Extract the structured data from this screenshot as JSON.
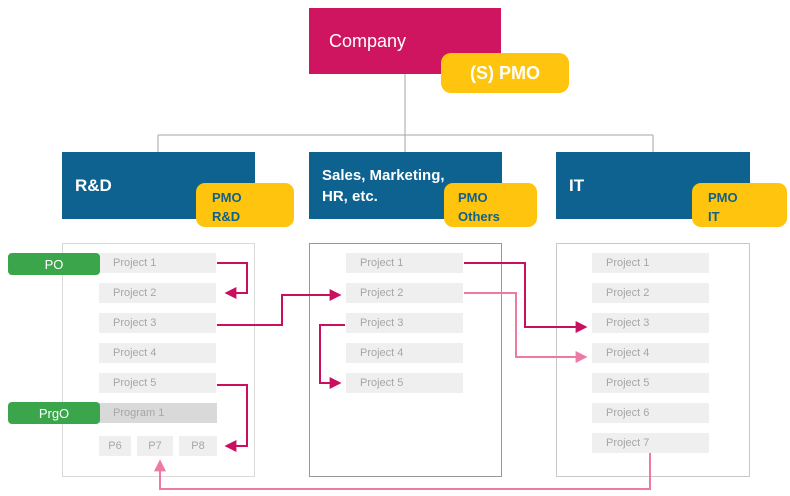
{
  "company": {
    "label": "Company"
  },
  "spmo": {
    "label": "(S) PMO"
  },
  "roles": {
    "po": "PO",
    "prgo": "PrgO"
  },
  "departments": [
    {
      "label": "R&D",
      "pmo": [
        "PMO",
        "R&D"
      ],
      "projects": [
        "Project 1",
        "Project 2",
        "Project 3",
        "Project 4",
        "Project 5"
      ],
      "program": "Program 1",
      "subprojects": [
        "P6",
        "P7",
        "P8"
      ]
    },
    {
      "label": "Sales, Marketing, HR, etc.",
      "pmo": [
        "PMO",
        "Others"
      ],
      "projects": [
        "Project 1",
        "Project 2",
        "Project 3",
        "Project 4",
        "Project 5"
      ]
    },
    {
      "label": "IT",
      "pmo": [
        "PMO",
        "IT"
      ],
      "projects": [
        "Project 1",
        "Project 2",
        "Project 3",
        "Project 4",
        "Project 5",
        "Project 6",
        "Project 7"
      ]
    }
  ],
  "connectors": [
    {
      "from": "R&D Project 1",
      "to": "R&D Project 2",
      "style": "dark"
    },
    {
      "from": "R&D Project 3",
      "to": "Others Project 2",
      "style": "dark"
    },
    {
      "from": "Others Project 3",
      "to": "Others Project 5",
      "style": "dark"
    },
    {
      "from": "Others Project 1",
      "to": "IT Project 3",
      "style": "dark"
    },
    {
      "from": "Others Project 2",
      "to": "IT Project 4",
      "style": "light"
    },
    {
      "from": "R&D Project 5",
      "to": "R&D P8",
      "style": "dark"
    },
    {
      "from": "IT Project 7",
      "to": "R&D P7",
      "style": "light"
    }
  ],
  "colors": {
    "crimson": "#d01560",
    "blue": "#0e6290",
    "yellow": "#ffc40d",
    "green": "#3aa54a",
    "connector_dark": "#cb0f5f",
    "connector_light": "#ec7aa4",
    "tree_line": "#a6a6a6"
  }
}
